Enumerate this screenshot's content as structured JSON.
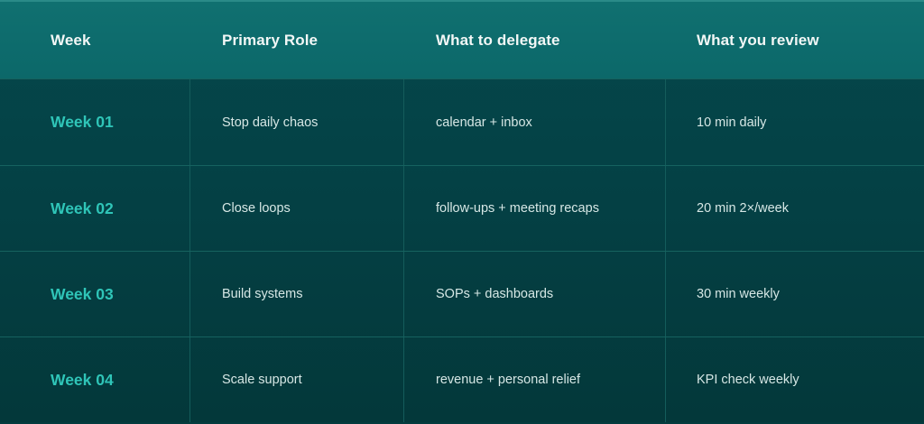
{
  "colors": {
    "header_bg": "#0e6e6e",
    "body_bg": "#04454a",
    "grid_line": "#16625f",
    "week_label": "#2fc5b8",
    "header_text": "#f2f7f6",
    "body_text": "#d6e7e5"
  },
  "table": {
    "headers": [
      "Week",
      "Primary Role",
      "What to delegate",
      "What you review"
    ],
    "rows": [
      {
        "week": "Week 01",
        "role": "Stop daily chaos",
        "delegate": "calendar + inbox",
        "review": "10 min daily"
      },
      {
        "week": "Week 02",
        "role": "Close loops",
        "delegate": "follow-ups + meeting recaps",
        "review": "20 min 2×/week"
      },
      {
        "week": "Week 03",
        "role": "Build systems",
        "delegate": "SOPs + dashboards",
        "review": "30 min weekly"
      },
      {
        "week": "Week 04",
        "role": "Scale support",
        "delegate": "revenue + personal relief",
        "review": "KPI check weekly"
      }
    ]
  }
}
